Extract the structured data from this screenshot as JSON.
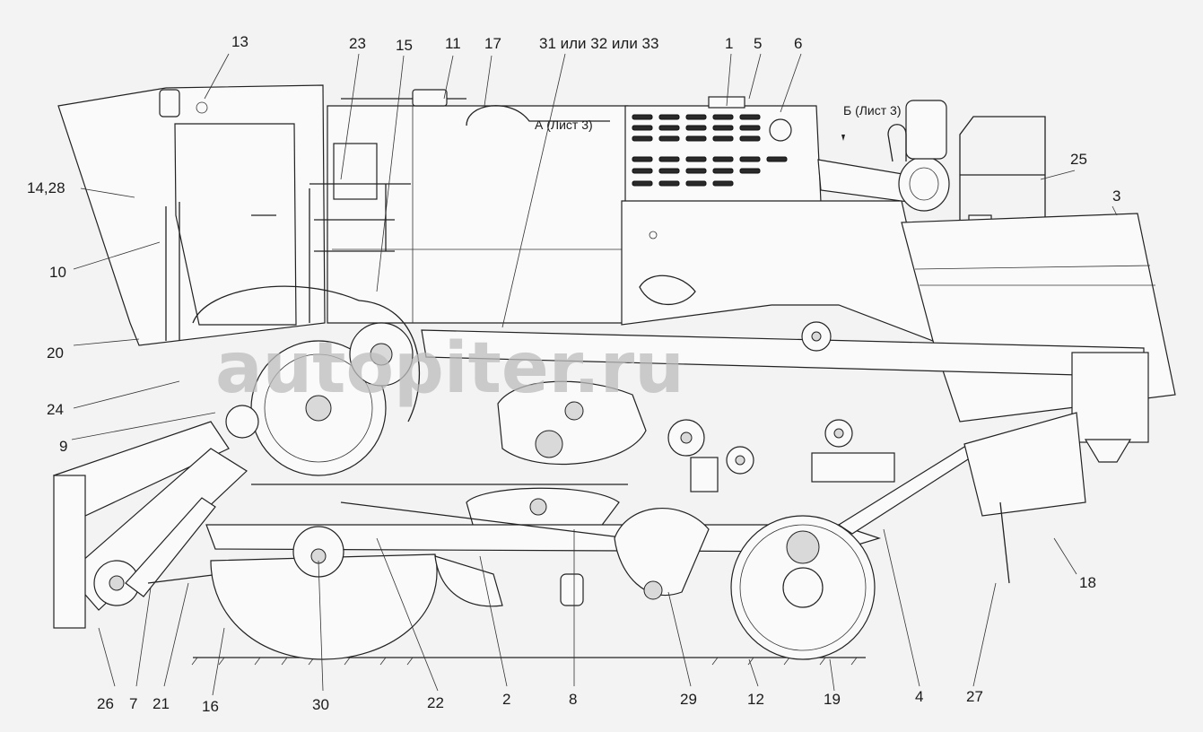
{
  "watermark": "autopiter.ru",
  "callouts": {
    "view_a": "А (Лист 3)",
    "view_b": "Б (Лист 3)"
  },
  "labels": {
    "l13": "13",
    "l23": "23",
    "l15": "15",
    "l11": "11",
    "l17": "17",
    "l31": "31 или 32 или 33",
    "l1": "1",
    "l5": "5",
    "l6": "6",
    "l25": "25",
    "l3": "3",
    "l14": "14,28",
    "l10": "10",
    "l20": "20",
    "l24": "24",
    "l9": "9",
    "l18": "18",
    "l26": "26",
    "l7": "7",
    "l21": "21",
    "l16": "16",
    "l30": "30",
    "l22": "22",
    "l2": "2",
    "l8": "8",
    "l29": "29",
    "l12": "12",
    "l19": "19",
    "l4": "4",
    "l27": "27"
  }
}
